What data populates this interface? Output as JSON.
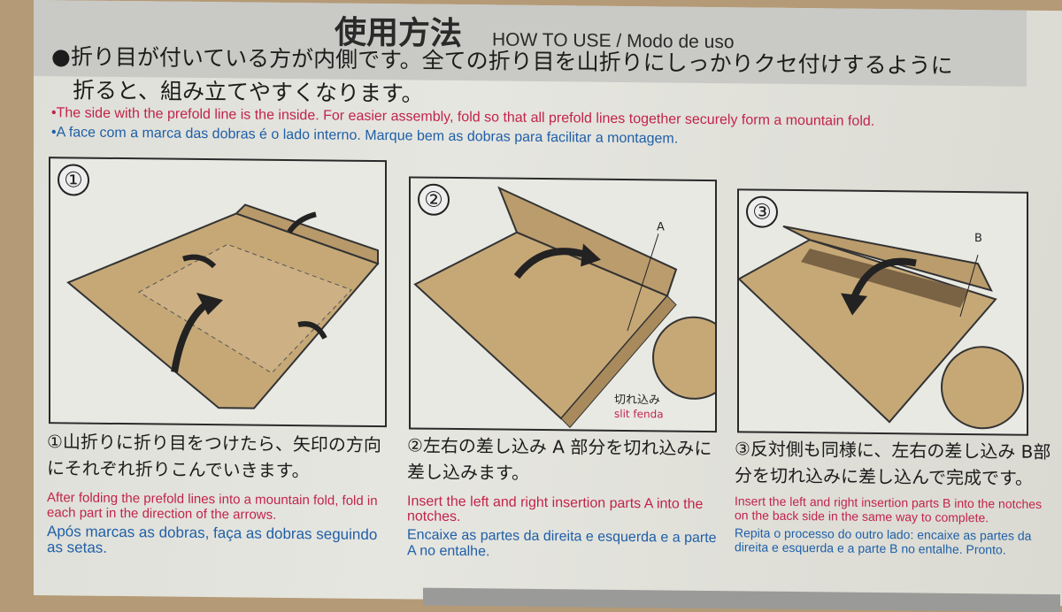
{
  "header": {
    "title_jp": "使用方法",
    "title_en": "HOW TO USE / Modo de uso"
  },
  "intro": {
    "jp_line1": "●折り目が付いている方が内側です。全ての折り目を山折りにしっかりクセ付けするように",
    "jp_line2": "折ると、組み立てやすくなります。",
    "en": "•The side with the prefold line is the inside. For easier assembly, fold so that all prefold lines together securely form a mountain fold.",
    "pt": "•A face com a marca das dobras é o lado interno. Marque bem as dobras para facilitar a montagem."
  },
  "steps": [
    {
      "number": "①",
      "jp": "①山折りに折り目をつけたら、矢印の方向にそれぞれ折りこんでいきます。",
      "en": "After folding the prefold lines into a mountain fold, fold in each part in the direction of the arrows.",
      "pt": "Após marcas as dobras, faça as dobras seguindo as setas."
    },
    {
      "number": "②",
      "label": "A",
      "slit_jp": "切れ込み",
      "slit_en": "slit fenda",
      "jp": "②左右の差し込み A 部分を切れ込みに差し込みます。",
      "en": "Insert the left and right insertion parts A into the notches.",
      "pt": "Encaixe as partes da direita e esquerda e a parte A no entalhe."
    },
    {
      "number": "③",
      "label": "B",
      "jp": "③反対側も同様に、左右の差し込み B部分を切れ込みに差し込んで完成です。",
      "en": "Insert the left and right insertion parts B into the notches on the back side in the same way to complete.",
      "pt": "Repita o processo do outro lado: encaixe as partes da direita e esquerda e a parte B no entalhe. Pronto."
    }
  ],
  "colors": {
    "cardboard": "#c6a877",
    "english": "#c2244a",
    "portuguese": "#1f5fa8"
  }
}
